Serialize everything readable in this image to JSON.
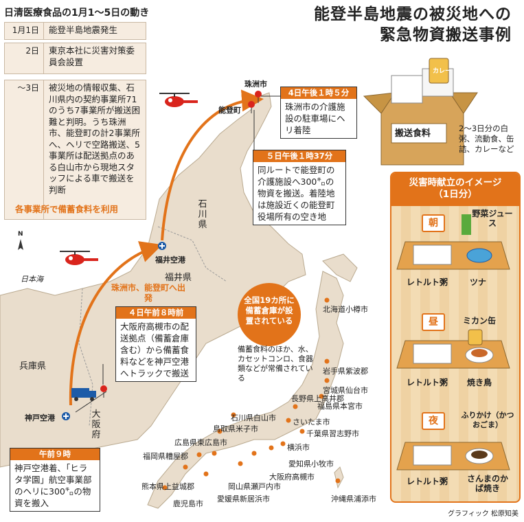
{
  "title": {
    "line1": "能登半島地震の被災地への",
    "line2": "緊急物資搬送事例"
  },
  "timeline": {
    "heading": "日清医療食品の1月1～5日の動き",
    "entries": [
      {
        "date": "1月1日",
        "text": "能登半島地震発生"
      },
      {
        "date": "2日",
        "text": "東京本社に災害対策委員会設置"
      },
      {
        "date": "～3日",
        "text": "被災地の情報収集、石川県内の契約事業所71のうち7事業所が搬送困難と判明。うち珠洲市、能登町の計2事業所へ、ヘリで空路搬送、5事業所は配送拠点のある白山市から現地スタッフによる車で搬送を判断"
      }
    ],
    "note": "各事業所で備蓄食料を利用"
  },
  "callouts": {
    "suzu": {
      "time": "4日午後１時５分",
      "text": "珠洲市の介護施設の駐車場にヘリ着陸"
    },
    "noto": {
      "time": "５日午後１時37分",
      "text": "同ルートで能登町の介護施設へ300㌔の物資を搬送。着陸地は施設近くの能登町役場所有の空き地"
    },
    "osaka": {
      "time": "４日午前８時前",
      "text": "大阪府高槻市の配送拠点（備蓄倉庫含む）から備蓄食料などを神戸空港へトラックで搬送"
    },
    "kobe": {
      "time": "午前９時",
      "text": "神戸空港着、「ヒラタ学園」航空事業部のヘリに300㌔の物資を搬入"
    }
  },
  "map_labels": {
    "suzu": "珠洲市",
    "noto": "能登町",
    "fukui_airport": "福井空港",
    "ishikawa": "石川県",
    "fukui": "福井県",
    "hyogo": "兵庫県",
    "osaka": "大阪府",
    "kobe_airport": "神戸空港",
    "sea": "日本海",
    "north": "N",
    "route_label": "珠洲市、能登町へ出発",
    "depot_badge": "全国19カ所に備蓄倉庫が設置されている",
    "depot_note": "備蓄食料のほか、水、カセットコンロ、食器類などが常備されている"
  },
  "depots": [
    "北海道小樽市",
    "岩手県紫波郡",
    "宮城県仙台市",
    "福島県本宮市",
    "長野県上高井郡",
    "石川県白山市",
    "さいたま市",
    "千葉県習志野市",
    "横浜市",
    "鳥取県米子市",
    "広島県東広島市",
    "福岡県糟屋郡",
    "愛知県小牧市",
    "大阪府高槻市",
    "岡山県瀬戸内市",
    "熊本県上益城郡",
    "愛媛県新居浜市",
    "鹿児島市",
    "沖縄県浦添市"
  ],
  "supply_box": {
    "label": "搬送食料",
    "can_label": "カレー",
    "note": "2～3日分の白粥、流動食、缶詰、カレーなど"
  },
  "menu_panel": {
    "heading_line1": "災害時献立のイメージ",
    "heading_line2": "（1日分）",
    "meals": [
      {
        "tag": "朝",
        "items": [
          "レトルト粥",
          "ツナ"
        ],
        "extra": "野菜ジュース"
      },
      {
        "tag": "昼",
        "items": [
          "レトルト粥",
          "焼き鳥"
        ],
        "extra": "ミカン缶"
      },
      {
        "tag": "夜",
        "items": [
          "レトルト粥",
          "さんまのかば焼き"
        ],
        "extra": "ふりかけ（かつおごま）"
      }
    ]
  },
  "credit": "グラフィック 松原知美",
  "colors": {
    "accent": "#e2731a",
    "land": "#e9ddcc",
    "sea": "#ffffff",
    "helicopter": "#d9241c"
  }
}
